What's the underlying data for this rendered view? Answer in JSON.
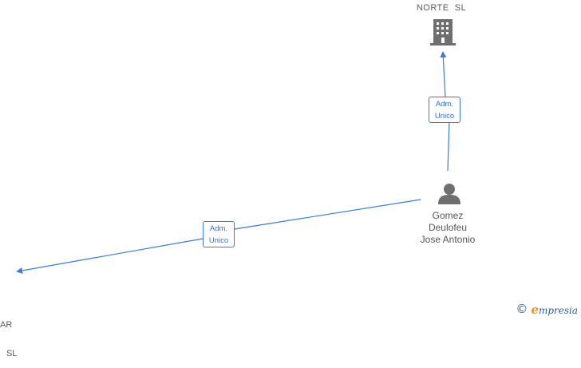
{
  "nodes": {
    "company_top": {
      "label": "NORTE  SL"
    },
    "person": {
      "lines": [
        "Gomez",
        "Deulofeu",
        "Jose Antonio"
      ]
    },
    "company_bottom_partial": {
      "line1": "AR",
      "line2": "SL"
    }
  },
  "edges": [
    {
      "line1": "Adm.",
      "line2": "Unico"
    },
    {
      "line1": "Adm.",
      "line2": "Unico"
    }
  ],
  "footer": {
    "copyright_symbol": "©",
    "brand_initial": "e",
    "brand_rest": "mpresia"
  },
  "colors": {
    "edge": "#3a7bd5",
    "icon": "#6f6f6f",
    "brand_orange": "#f0922b",
    "brand_blue": "#2f5f9a"
  }
}
